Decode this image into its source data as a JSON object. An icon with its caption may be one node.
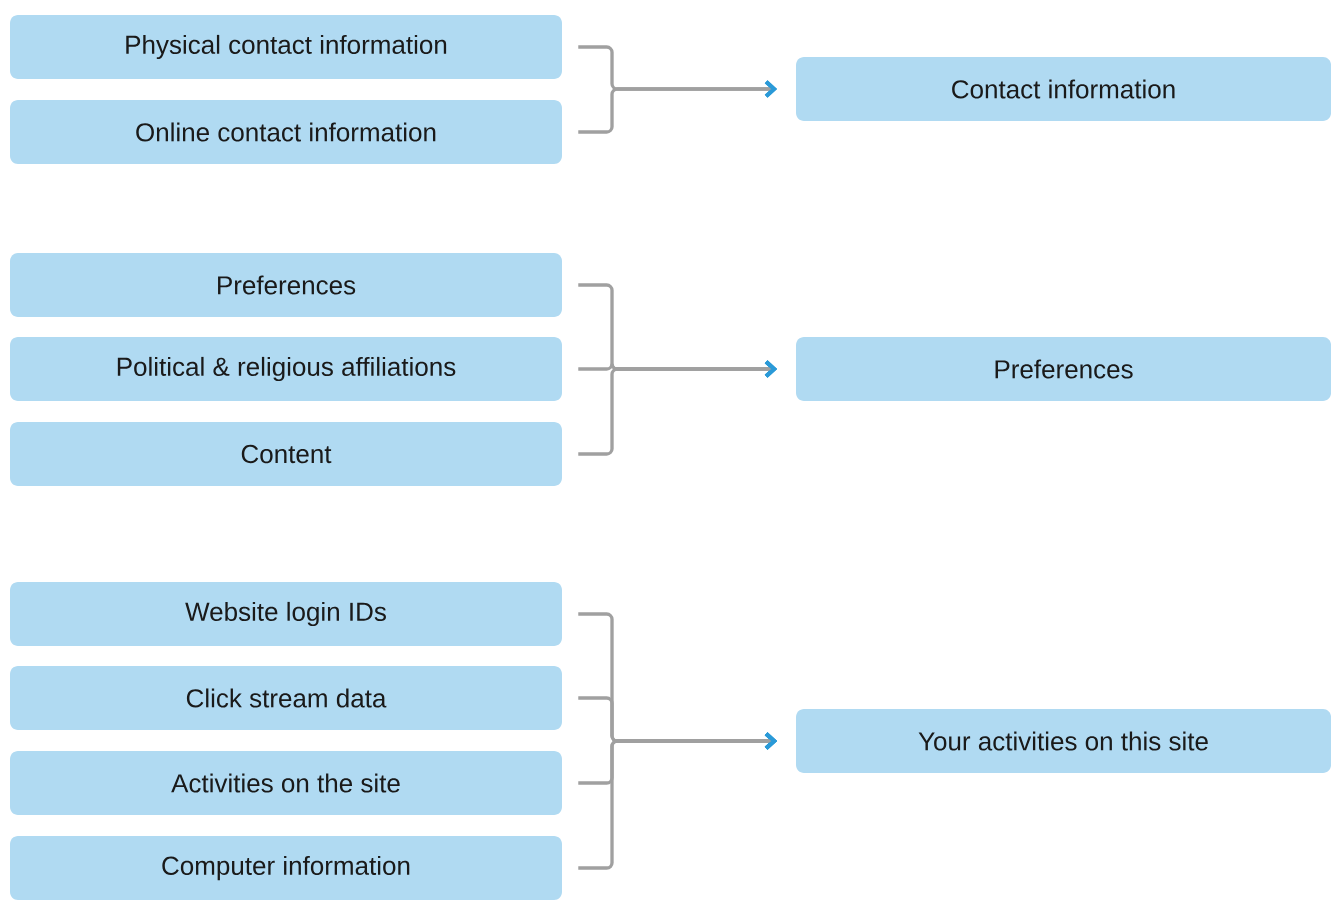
{
  "diagram": {
    "nodes": [
      {
        "text": [
          "Physical contact information"
        ]
      },
      {
        "text": [
          "Online contact information"
        ]
      },
      {
        "text": [
          "Contact information"
        ]
      },
      {
        "text": [
          "Preferences"
        ]
      },
      {
        "text": [
          "Political & religious affiliations"
        ]
      },
      {
        "text": [
          "Content"
        ]
      },
      {
        "text": [
          "Preferences"
        ]
      },
      {
        "text": [
          "Website login IDs"
        ]
      },
      {
        "text": [
          "Click stream data"
        ]
      },
      {
        "text": [
          "Activities on the site"
        ]
      },
      {
        "text": [
          "Computer information"
        ]
      },
      {
        "text": [
          "Your activities on this site"
        ]
      }
    ],
    "edges": [
      {
        "from": 0,
        "to": 2,
        "arrow": "to"
      },
      {
        "from": 1,
        "to": 2,
        "arrow": "to"
      },
      {
        "from": 3,
        "to": 6,
        "arrow": "to"
      },
      {
        "from": 4,
        "to": 6,
        "arrow": "to"
      },
      {
        "from": 5,
        "to": 6,
        "arrow": "to"
      },
      {
        "from": 7,
        "to": 11,
        "arrow": "to"
      },
      {
        "from": 8,
        "to": 11,
        "arrow": "to"
      },
      {
        "from": 9,
        "to": 11,
        "arrow": "to"
      },
      {
        "from": 10,
        "to": 11,
        "arrow": "to"
      }
    ]
  }
}
